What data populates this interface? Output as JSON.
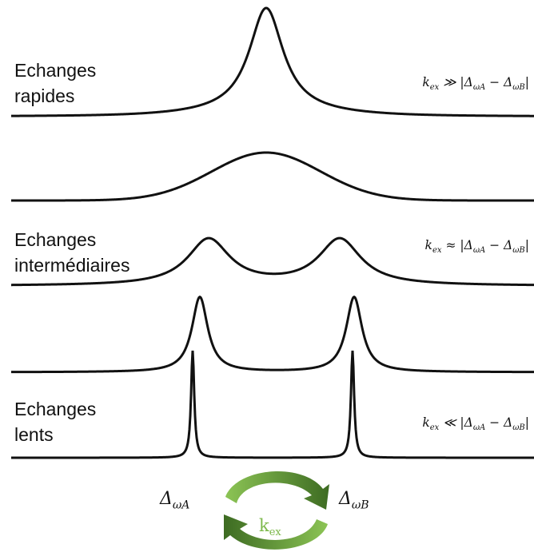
{
  "regimes": [
    {
      "label_line1": "Echanges",
      "label_line2": "rapides",
      "condition": {
        "k": "k",
        "k_sub": "ex",
        "relation": "≫",
        "expr": "|Δ",
        "a_sub": "ωA",
        "minus": " − Δ",
        "b_sub": "ωB",
        "close": "|"
      }
    },
    {
      "label_line1": "Echanges",
      "label_line2": "intermédiaires",
      "condition": {
        "k": "k",
        "k_sub": "ex",
        "relation": "≈",
        "expr": "|Δ",
        "a_sub": "ωA",
        "minus": " − Δ",
        "b_sub": "ωB",
        "close": "|"
      }
    },
    {
      "label_line1": "Echanges",
      "label_line2": "lents",
      "condition": {
        "k": "k",
        "k_sub": "ex",
        "relation": "≪",
        "expr": "|Δ",
        "a_sub": "ωA",
        "minus": " − Δ",
        "b_sub": "ωB",
        "close": "|"
      }
    }
  ],
  "peaks": {
    "a": {
      "symbol": "Δ",
      "sub": "ωA"
    },
    "b": {
      "symbol": "Δ",
      "sub": "ωB"
    }
  },
  "exchange": {
    "symbol": "k",
    "sub": "ex",
    "color": "#7cb84a",
    "arrow_color_dark": "#3d6b22",
    "arrow_color_light": "#8cc455"
  },
  "line_color": "#111111"
}
